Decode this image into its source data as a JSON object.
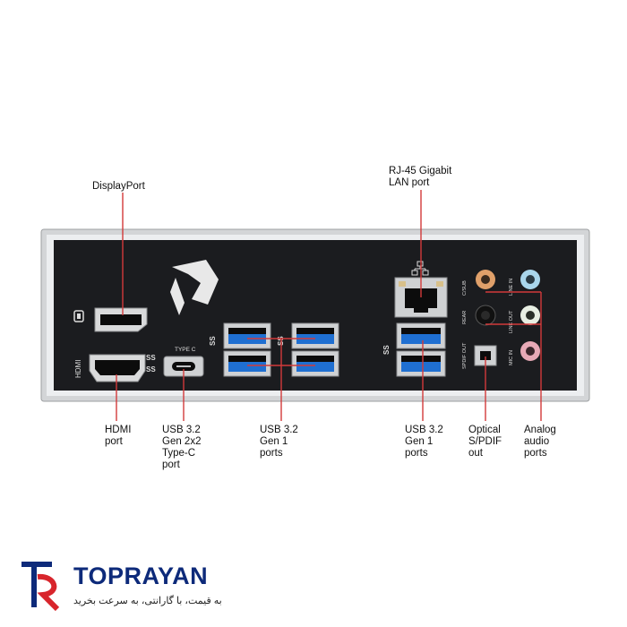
{
  "callouts": {
    "displayport": "DisplayPort",
    "rj45": "RJ-45 Gigabit\nLAN port",
    "hdmi": "HDMI\nport",
    "usb_typec": "USB 3.2\nGen 2x2\nType-C\nport",
    "usb_gen1_left": "USB 3.2\nGen 1\nports",
    "usb_gen1_right": "USB 3.2\nGen 1\nports",
    "optical": "Optical\nS/PDIF\nout",
    "analog": "Analog\naudio\nports"
  },
  "panel_printed": {
    "hdmi": "HDMI",
    "type_c": "TYPE C",
    "ss_left": "SS",
    "ss_right": "SS",
    "csub": "C/SUB",
    "line_in": "LINE IN",
    "rear": "REAR",
    "line_out": "LINE OUT",
    "spdif_out": "SPDIF OUT",
    "mic_in": "MIC IN"
  },
  "brand": {
    "name": "TOPRAYAN",
    "tagline": "به قیمت، با گارانتی، به سرعت بخرید"
  },
  "colors": {
    "panel": "#1b1c1f",
    "frame": "#c9cbcd",
    "callout_line": "#d23a3a",
    "usb_blue": "#1f6fd1",
    "audio_orange": "#e0a06a",
    "audio_lightblue": "#a9d6ec",
    "audio_green": "#b7d6a8",
    "audio_pink": "#e7a9b6",
    "audio_black": "#111111",
    "brand_blue": "#0d2a7a",
    "brand_red": "#d8252c"
  }
}
